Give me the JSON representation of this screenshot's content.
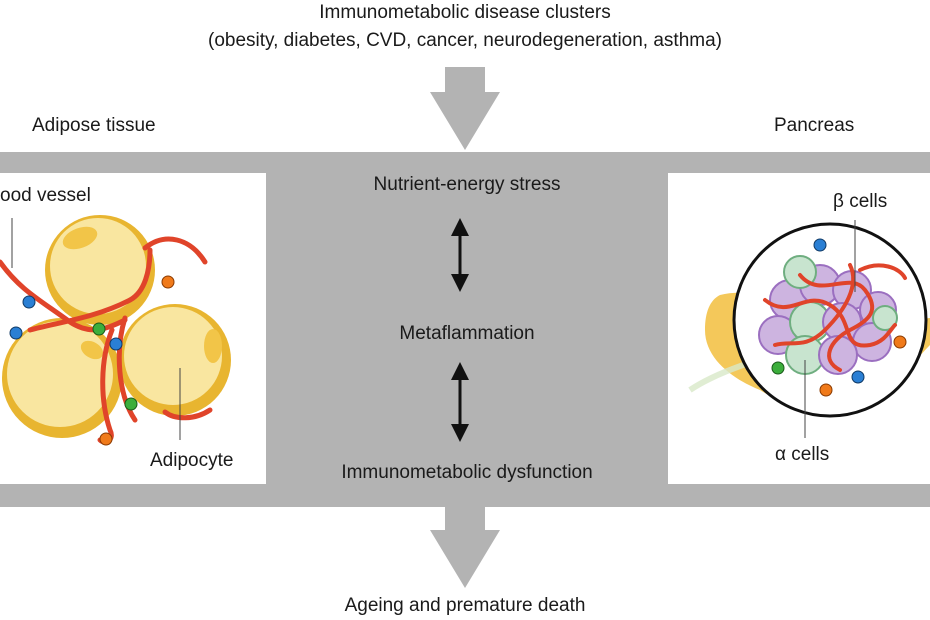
{
  "header": {
    "title": "Immunometabolic disease clusters",
    "subtitle": "(obesity, diabetes, CVD, cancer, neurodegeneration, asthma)"
  },
  "left_panel": {
    "title": "Adipose tissue",
    "label_vessel": "ood vessel",
    "label_cell": "Adipocyte"
  },
  "right_panel": {
    "title": "Pancreas",
    "label_beta": "β cells",
    "label_alpha": "α cells"
  },
  "center": {
    "step1": "Nutrient-energy stress",
    "step2": "Metaflammation",
    "step3": "Immunometabolic dysfunction"
  },
  "footer": {
    "outcome": "Ageing and premature death"
  },
  "colors": {
    "band": "#b3b3b3",
    "adipocyte_fill": "#f7d774",
    "adipocyte_rim": "#e8b530",
    "vessel": "#e0442a",
    "immune_blue": "#2a7fd4",
    "immune_green": "#3cae3c",
    "immune_orange": "#f07a1a",
    "pancreas_fill": "#f4c85a"
  }
}
